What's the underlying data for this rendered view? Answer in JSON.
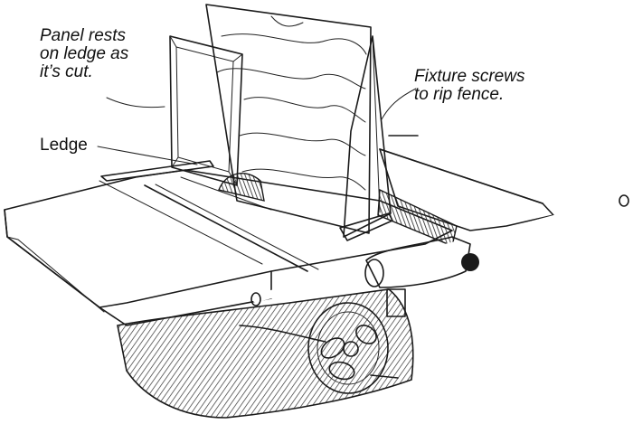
{
  "labels": {
    "panel": "Panel rests\non ledge as\nit’s cut.",
    "fixture": "Fixture screws\nto rip fence.",
    "ledge": "Ledge"
  },
  "colors": {
    "ink": "#1a1a1a",
    "paper": "#ffffff",
    "shade": "#3a3a3a"
  }
}
